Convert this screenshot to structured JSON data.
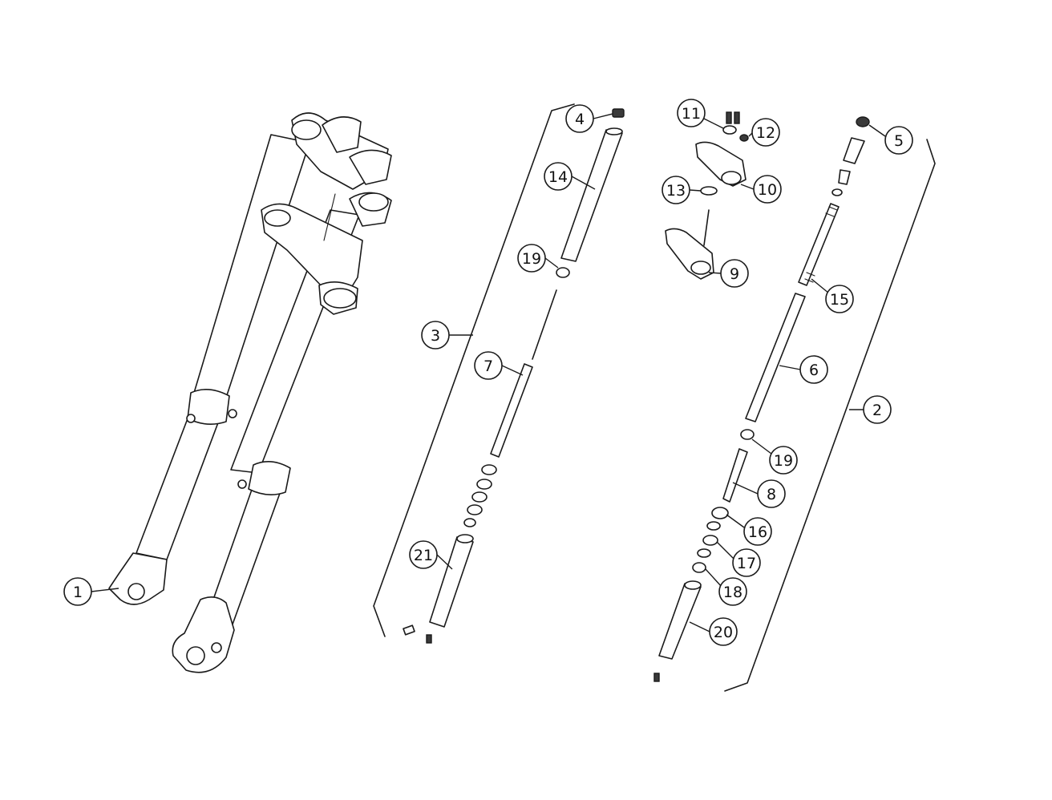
{
  "diagram": {
    "type": "exploded-parts-diagram",
    "colors": {
      "line": "#1a1a1a",
      "background": "#ffffff"
    },
    "callouts": [
      {
        "id": "c1",
        "label": "1"
      },
      {
        "id": "c2",
        "label": "2"
      },
      {
        "id": "c3",
        "label": "3"
      },
      {
        "id": "c4",
        "label": "4"
      },
      {
        "id": "c5",
        "label": "5"
      },
      {
        "id": "c6",
        "label": "6"
      },
      {
        "id": "c7",
        "label": "7"
      },
      {
        "id": "c8",
        "label": "8"
      },
      {
        "id": "c9",
        "label": "9"
      },
      {
        "id": "c10",
        "label": "10"
      },
      {
        "id": "c11",
        "label": "11"
      },
      {
        "id": "c12",
        "label": "12"
      },
      {
        "id": "c13",
        "label": "13"
      },
      {
        "id": "c14",
        "label": "14"
      },
      {
        "id": "c15",
        "label": "15"
      },
      {
        "id": "c16",
        "label": "16"
      },
      {
        "id": "c17",
        "label": "17"
      },
      {
        "id": "c18",
        "label": "18"
      },
      {
        "id": "c19a",
        "label": "19"
      },
      {
        "id": "c19b",
        "label": "19"
      },
      {
        "id": "c20",
        "label": "20"
      },
      {
        "id": "c21",
        "label": "21"
      }
    ]
  }
}
